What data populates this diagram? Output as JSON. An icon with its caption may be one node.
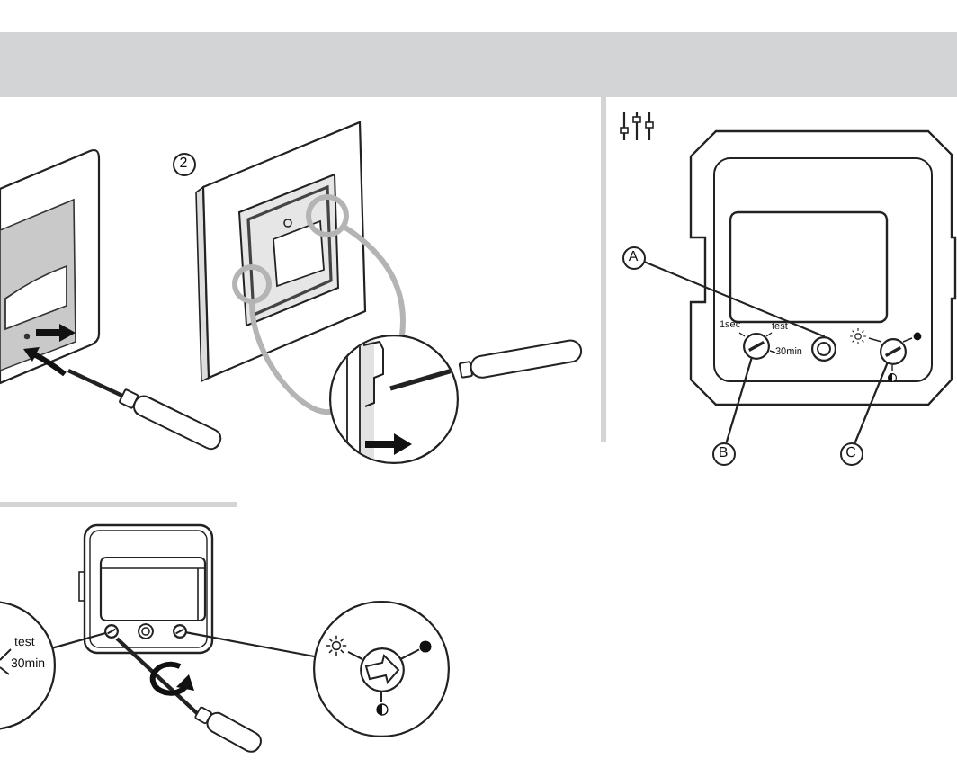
{
  "diagram": {
    "nodes": [
      {
        "text": [
          "2"
        ]
      },
      {
        "text": [],
        "shape": "circle"
      },
      {
        "text": [],
        "shape": "circle"
      },
      {
        "text": [],
        "shape": "circle"
      },
      {
        "text": [
          "A"
        ]
      },
      {
        "text": [],
        "shape": "circle",
        "beside": [
          "1sec",
          "test",
          "30min"
        ]
      },
      {
        "text": [],
        "shape": "circle"
      },
      {
        "text": [],
        "shape": "circle"
      },
      {
        "text": [
          "B"
        ]
      },
      {
        "text": [
          "C"
        ]
      },
      {
        "text": [
          "test",
          "30min"
        ]
      },
      {
        "text": [],
        "shape": "circle"
      },
      {
        "text": [],
        "shape": "circle"
      },
      {
        "text": [],
        "shape": "circle"
      }
    ],
    "edges": [
      {
        "from": 3,
        "to": 1,
        "arrow": "none",
        "style": "thick",
        "color": "#b4b4b4"
      },
      {
        "from": 3,
        "to": 2,
        "arrow": "none",
        "style": "thick",
        "color": "#b4b4b4"
      },
      {
        "from": 4,
        "to": 6,
        "arrow": "none"
      },
      {
        "from": 8,
        "to": 5,
        "arrow": "none"
      },
      {
        "from": 9,
        "to": 7,
        "arrow": "none"
      },
      {
        "from": 10,
        "to": 11,
        "arrow": "none"
      },
      {
        "from": 13,
        "to": 12,
        "arrow": "none"
      }
    ]
  }
}
